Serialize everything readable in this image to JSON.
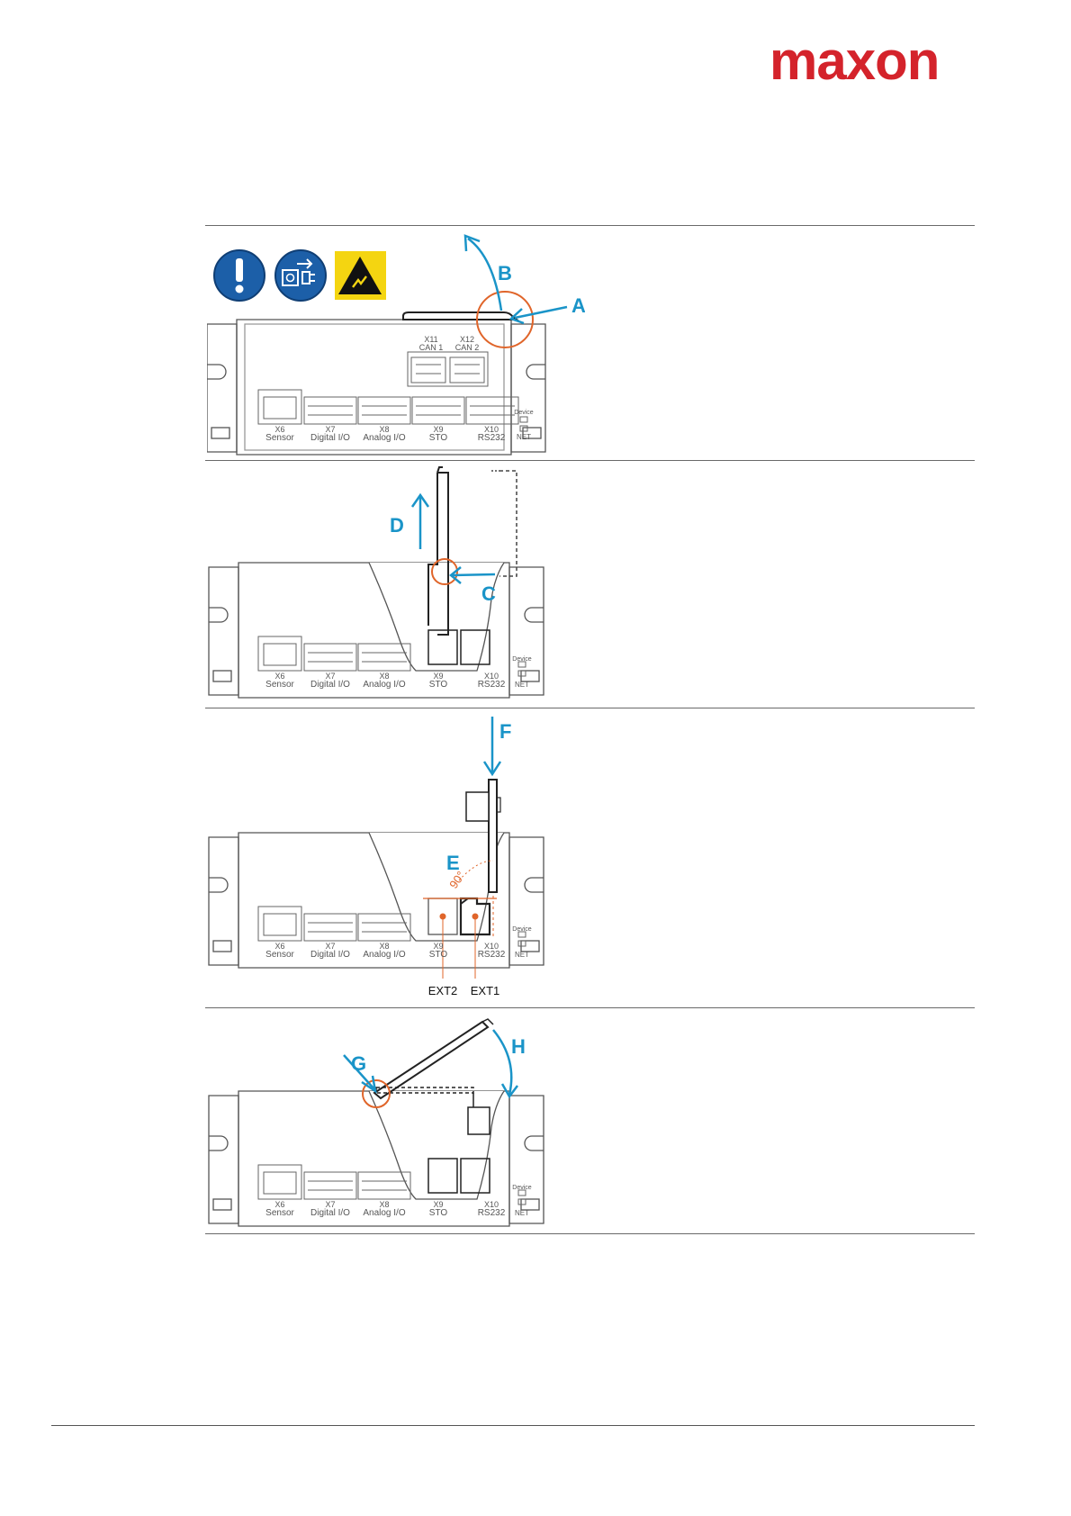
{
  "brand": {
    "logo_text": "maxon",
    "color": "#d4232b"
  },
  "colors": {
    "arrow": "#1a94c8",
    "callout": "#e0652a",
    "outline": "#555555"
  },
  "icons": [
    "mandatory-action-icon",
    "disconnect-power-icon",
    "esd-warning-icon"
  ],
  "ports": {
    "x6": {
      "id": "X6",
      "name": "Sensor"
    },
    "x7": {
      "id": "X7",
      "name": "Digital I/O"
    },
    "x8": {
      "id": "X8",
      "name": "Analog I/O"
    },
    "x9": {
      "id": "X9",
      "name": "STO"
    },
    "x10": {
      "id": "X10",
      "name": "RS232"
    },
    "x11": {
      "id": "X11",
      "name": "CAN 1"
    },
    "x12": {
      "id": "X12",
      "name": "CAN 2"
    },
    "led_device": "Device",
    "led_net": "NET"
  },
  "steps": {
    "s1": {
      "labels": [
        "A",
        "B"
      ]
    },
    "s2": {
      "labels": [
        "C",
        "D"
      ]
    },
    "s3": {
      "labels": [
        "E",
        "F"
      ],
      "angle": "90°",
      "slot_left": "EXT2",
      "slot_right": "EXT1"
    },
    "s4": {
      "labels": [
        "G",
        "H"
      ]
    }
  }
}
